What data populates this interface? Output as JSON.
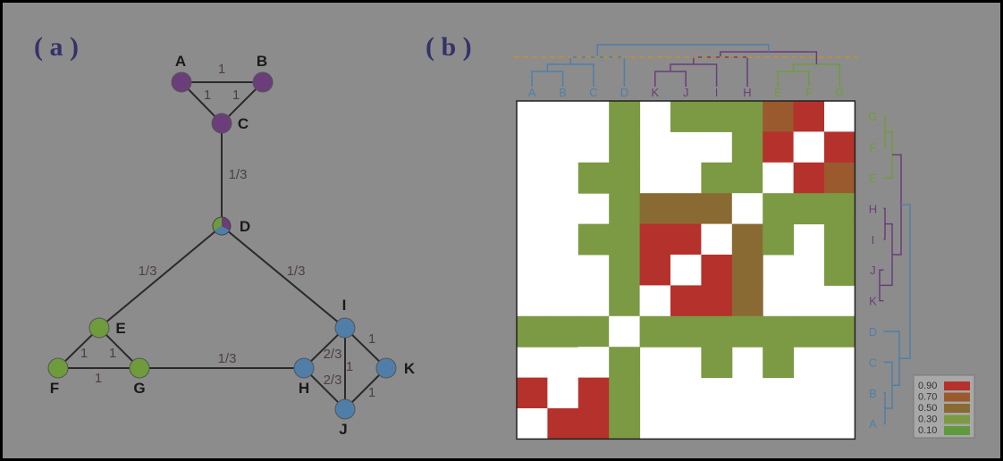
{
  "panels": {
    "a_label": "( a )",
    "b_label": "( b )"
  },
  "colors": {
    "background": "#8c8c8c",
    "purple": "#6b3d7a",
    "green": "#6e9c3c",
    "blue": "#4f7fa8",
    "edge": "#2a2a2a"
  },
  "network": {
    "nodes": [
      {
        "id": "A",
        "label": "A",
        "group": "purple"
      },
      {
        "id": "B",
        "label": "B",
        "group": "purple"
      },
      {
        "id": "C",
        "label": "C",
        "group": "purple"
      },
      {
        "id": "D",
        "label": "D",
        "group": "mixed"
      },
      {
        "id": "E",
        "label": "E",
        "group": "green"
      },
      {
        "id": "F",
        "label": "F",
        "group": "green"
      },
      {
        "id": "G",
        "label": "G",
        "group": "green"
      },
      {
        "id": "H",
        "label": "H",
        "group": "blue"
      },
      {
        "id": "I",
        "label": "I",
        "group": "blue"
      },
      {
        "id": "J",
        "label": "J",
        "group": "blue"
      },
      {
        "id": "K",
        "label": "K",
        "group": "blue"
      }
    ],
    "edges": [
      {
        "from": "A",
        "to": "B",
        "weight": "1"
      },
      {
        "from": "A",
        "to": "C",
        "weight": "1"
      },
      {
        "from": "B",
        "to": "C",
        "weight": "1"
      },
      {
        "from": "C",
        "to": "D",
        "weight": "1/3"
      },
      {
        "from": "D",
        "to": "E",
        "weight": "1/3"
      },
      {
        "from": "D",
        "to": "I",
        "weight": "1/3"
      },
      {
        "from": "E",
        "to": "F",
        "weight": "1"
      },
      {
        "from": "E",
        "to": "G",
        "weight": "1"
      },
      {
        "from": "F",
        "to": "G",
        "weight": "1"
      },
      {
        "from": "G",
        "to": "H",
        "weight": "1/3"
      },
      {
        "from": "H",
        "to": "I",
        "weight": "2/3"
      },
      {
        "from": "H",
        "to": "J",
        "weight": "2/3"
      },
      {
        "from": "I",
        "to": "J",
        "weight": "1"
      },
      {
        "from": "I",
        "to": "K",
        "weight": "1"
      },
      {
        "from": "J",
        "to": "K",
        "weight": "1"
      }
    ]
  },
  "matrix": {
    "col_labels": [
      {
        "text": "A",
        "group": "blue"
      },
      {
        "text": "B",
        "group": "blue"
      },
      {
        "text": "C",
        "group": "blue"
      },
      {
        "text": "D",
        "group": "blue"
      },
      {
        "text": "K",
        "group": "purple"
      },
      {
        "text": "J",
        "group": "purple"
      },
      {
        "text": "I",
        "group": "purple"
      },
      {
        "text": "H",
        "group": "purple"
      },
      {
        "text": "E",
        "group": "green"
      },
      {
        "text": "F",
        "group": "green"
      },
      {
        "text": "G",
        "group": "green"
      }
    ],
    "row_labels": [
      {
        "text": "G",
        "group": "green"
      },
      {
        "text": "F",
        "group": "green"
      },
      {
        "text": "E",
        "group": "green"
      },
      {
        "text": "H",
        "group": "purple"
      },
      {
        "text": "I",
        "group": "purple"
      },
      {
        "text": "J",
        "group": "purple"
      },
      {
        "text": "K",
        "group": "purple"
      },
      {
        "text": "D",
        "group": "blue"
      },
      {
        "text": "C",
        "group": "blue"
      },
      {
        "text": "B",
        "group": "blue"
      },
      {
        "text": "A",
        "group": "blue"
      }
    ],
    "values": [
      [
        0,
        0,
        0,
        0.3,
        0,
        0.3,
        0.3,
        0.3,
        0.7,
        0.9,
        -1
      ],
      [
        0,
        0,
        0,
        0.3,
        0,
        0,
        0,
        0.3,
        0.9,
        -1,
        0.9
      ],
      [
        0,
        0,
        0.3,
        0.3,
        0,
        0,
        0.3,
        0.3,
        -1,
        0.9,
        0.7
      ],
      [
        0,
        0,
        0,
        0.3,
        0.5,
        0.5,
        0.5,
        -1,
        0.3,
        0.3,
        0.3
      ],
      [
        0,
        0,
        0.3,
        0.3,
        0.9,
        0.9,
        -1,
        0.5,
        0.3,
        0,
        0.3
      ],
      [
        0,
        0,
        0,
        0.3,
        0.9,
        -1,
        0.9,
        0.5,
        0,
        0,
        0.3
      ],
      [
        0,
        0,
        0,
        0.3,
        -1,
        0.9,
        0.9,
        0.5,
        0,
        0,
        0
      ],
      [
        0.3,
        0.3,
        0.3,
        -1,
        0.3,
        0.3,
        0.3,
        0.3,
        0.3,
        0.3,
        0.3
      ],
      [
        0,
        0,
        -1,
        0.3,
        0,
        0,
        0.3,
        0,
        0.3,
        0,
        0
      ],
      [
        0.9,
        -1,
        0.9,
        0.3,
        0,
        0,
        0,
        0,
        0,
        0,
        0
      ],
      [
        -1,
        0.9,
        0.9,
        0.3,
        0,
        0,
        0,
        0,
        0,
        0,
        0
      ]
    ]
  },
  "legend": {
    "entries": [
      {
        "label": "0.90",
        "color": "#b5312b"
      },
      {
        "label": "0.70",
        "color": "#9a5a2e"
      },
      {
        "label": "0.50",
        "color": "#8a6a33"
      },
      {
        "label": "0.30",
        "color": "#7b9a43"
      },
      {
        "label": "0.10",
        "color": "#5f9a3e"
      }
    ]
  }
}
